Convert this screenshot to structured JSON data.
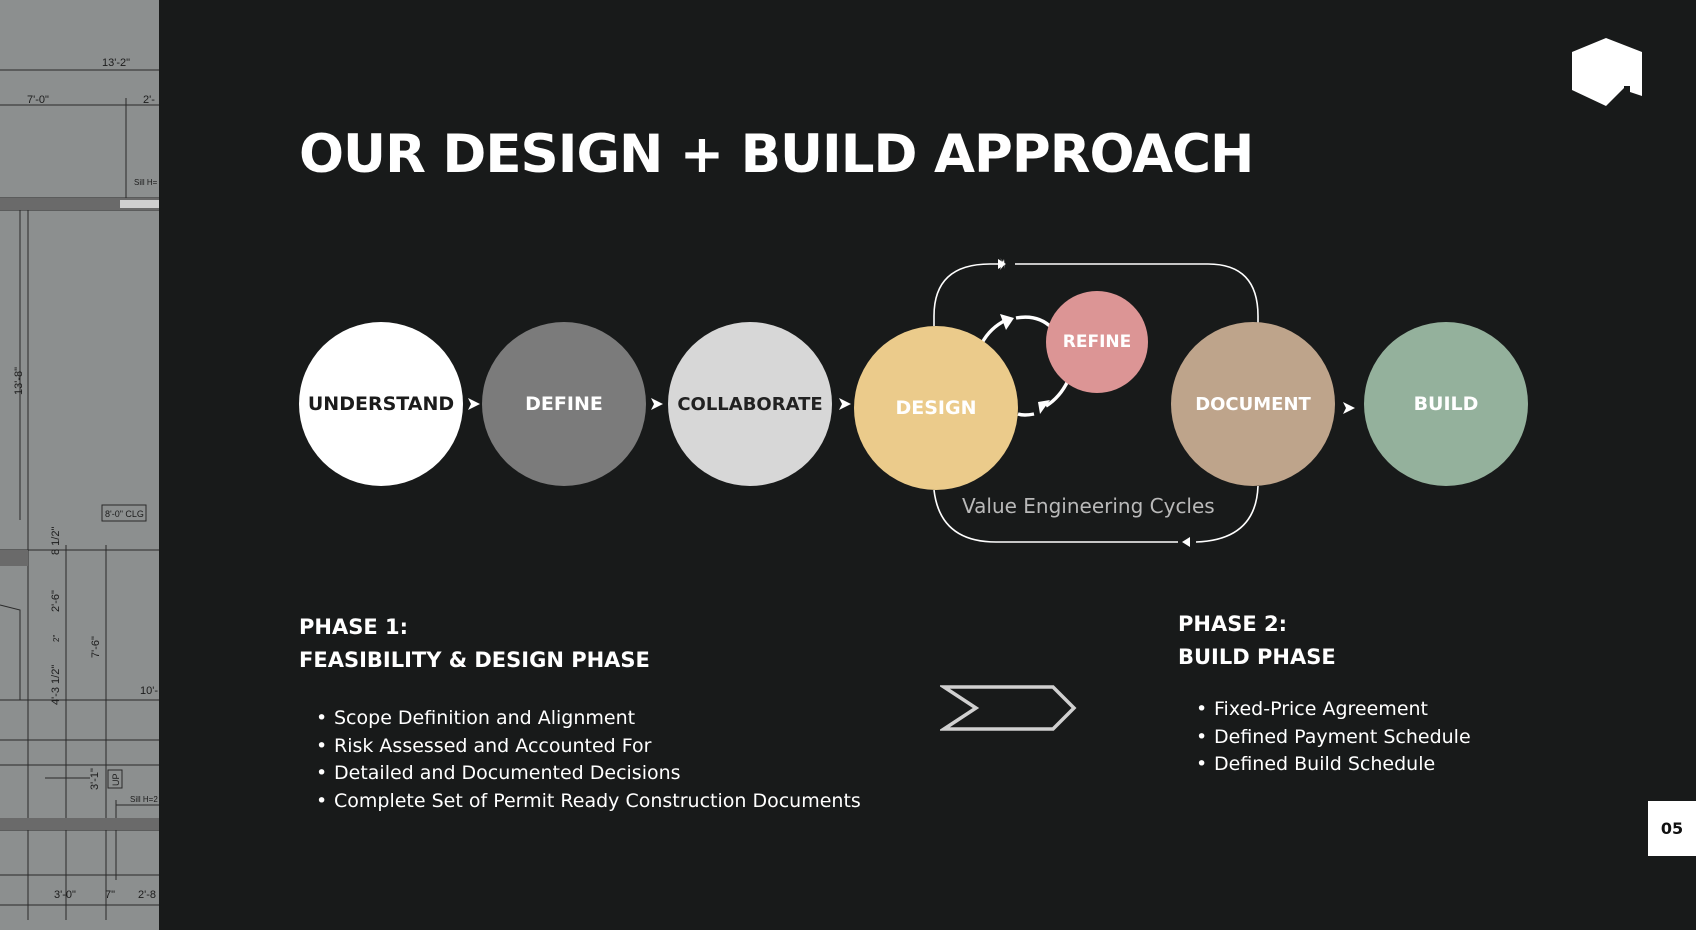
{
  "slide": {
    "title": "OUR DESIGN + BUILD APPROACH",
    "page_number": "05",
    "logo_icon": "house-logo-icon"
  },
  "blueprint": {
    "dimensions": [
      "13'-2\"",
      "7'-0\"",
      "2'-",
      "Sill H=",
      "13'-8\"",
      "8'-0\" CLG",
      "8 1/2\"",
      "2'-6\"",
      "7'-6\"",
      "4'-3 1/2\"",
      "10'-",
      "3'-1\"",
      "UP",
      "Sill H=2",
      "3'-0\"",
      "7\"",
      "2'-8",
      "2\""
    ]
  },
  "process": {
    "steps": [
      "UNDERSTAND",
      "DEFINE",
      "COLLABORATE",
      "DESIGN",
      "REFINE",
      "DOCUMENT",
      "BUILD"
    ],
    "cycle_label": "Value Engineering Cycles",
    "colors": {
      "understand": "#ffffff",
      "define": "#7b7b7b",
      "collaborate": "#d7d7d7",
      "design": "#ebcb8b",
      "refine": "#dc9595",
      "document": "#bea48b",
      "build": "#94b19c"
    }
  },
  "phase1": {
    "heading_line1": "PHASE 1:",
    "heading_line2": "FEASIBILITY & DESIGN PHASE",
    "items": [
      "Scope Definition and Alignment",
      "Risk Assessed and Accounted For",
      "Detailed and Documented Decisions",
      "Complete Set of Permit Ready Construction Documents"
    ]
  },
  "phase2": {
    "heading_line1": "PHASE 2:",
    "heading_line2": "BUILD PHASE",
    "items": [
      "Fixed-Price Agreement",
      "Defined Payment Schedule",
      "Defined Build Schedule"
    ]
  }
}
